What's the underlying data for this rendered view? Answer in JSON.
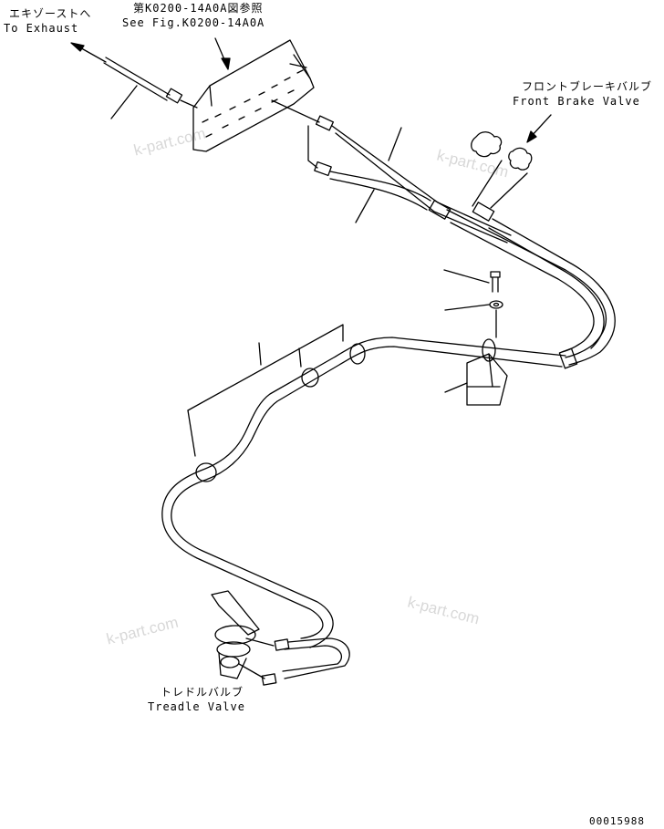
{
  "labels": {
    "exhaust_jp": "エキゾーストへ",
    "exhaust_en": "To Exhaust",
    "fig_ref_jp": "第K0200-14A0A図参照",
    "fig_ref_en": "See Fig.K0200-14A0A",
    "front_brake_jp": "フロントブレーキバルブ",
    "front_brake_en": "Front Brake Valve",
    "treadle_jp": "トレドルバルブ",
    "treadle_en": "Treadle Valve",
    "drawing_number": "00015988"
  },
  "watermarks": [
    "k-part.com",
    "k-part.com",
    "k-part.com",
    "k-part.com"
  ],
  "colors": {
    "line": "#000000",
    "watermark": "#d8d8d8"
  }
}
